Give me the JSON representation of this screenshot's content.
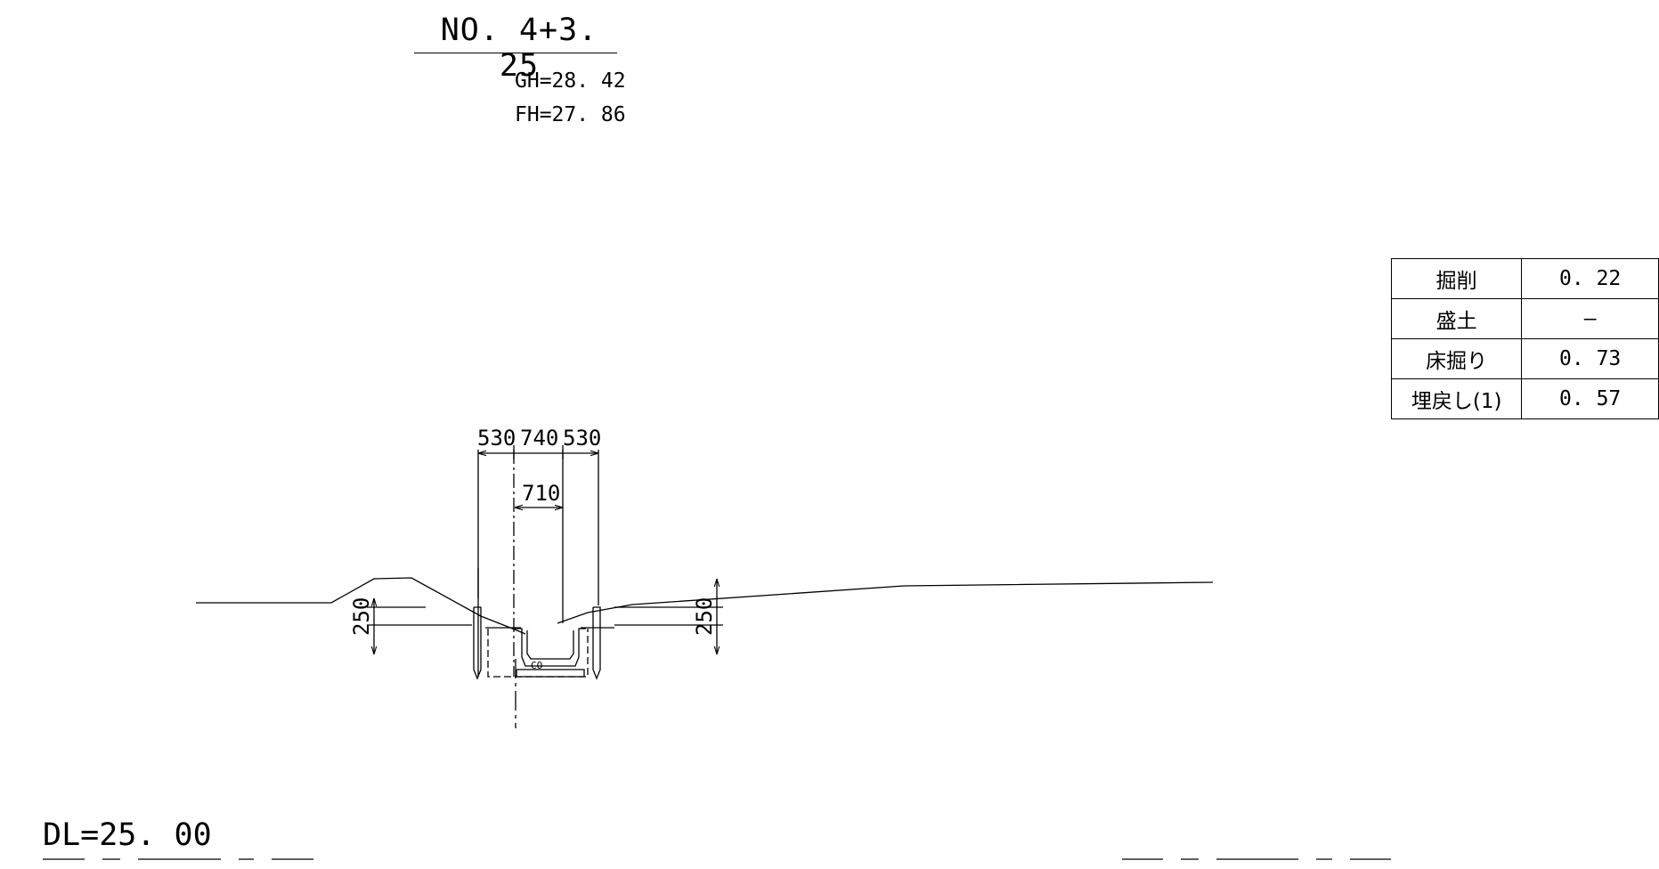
{
  "header": {
    "station": "NO. 4+3. 25",
    "gh": "GH=28. 42",
    "fh": "FH=27. 86"
  },
  "datum": "DL=25. 00",
  "quantities": [
    {
      "label": "掘削",
      "value": "0. 22"
    },
    {
      "label": "盛土",
      "value": "—"
    },
    {
      "label": "床掘り",
      "value": "0. 73"
    },
    {
      "label": "埋戻し(1)",
      "value": "0. 57"
    }
  ],
  "dimensions": {
    "left_width": "530",
    "center_width": "740",
    "right_width": "530",
    "inner_width": "710",
    "left_depth": "250",
    "right_depth": "250",
    "co_mark": "CO"
  },
  "colors": {
    "line": "#000000",
    "background": "#ffffff"
  }
}
